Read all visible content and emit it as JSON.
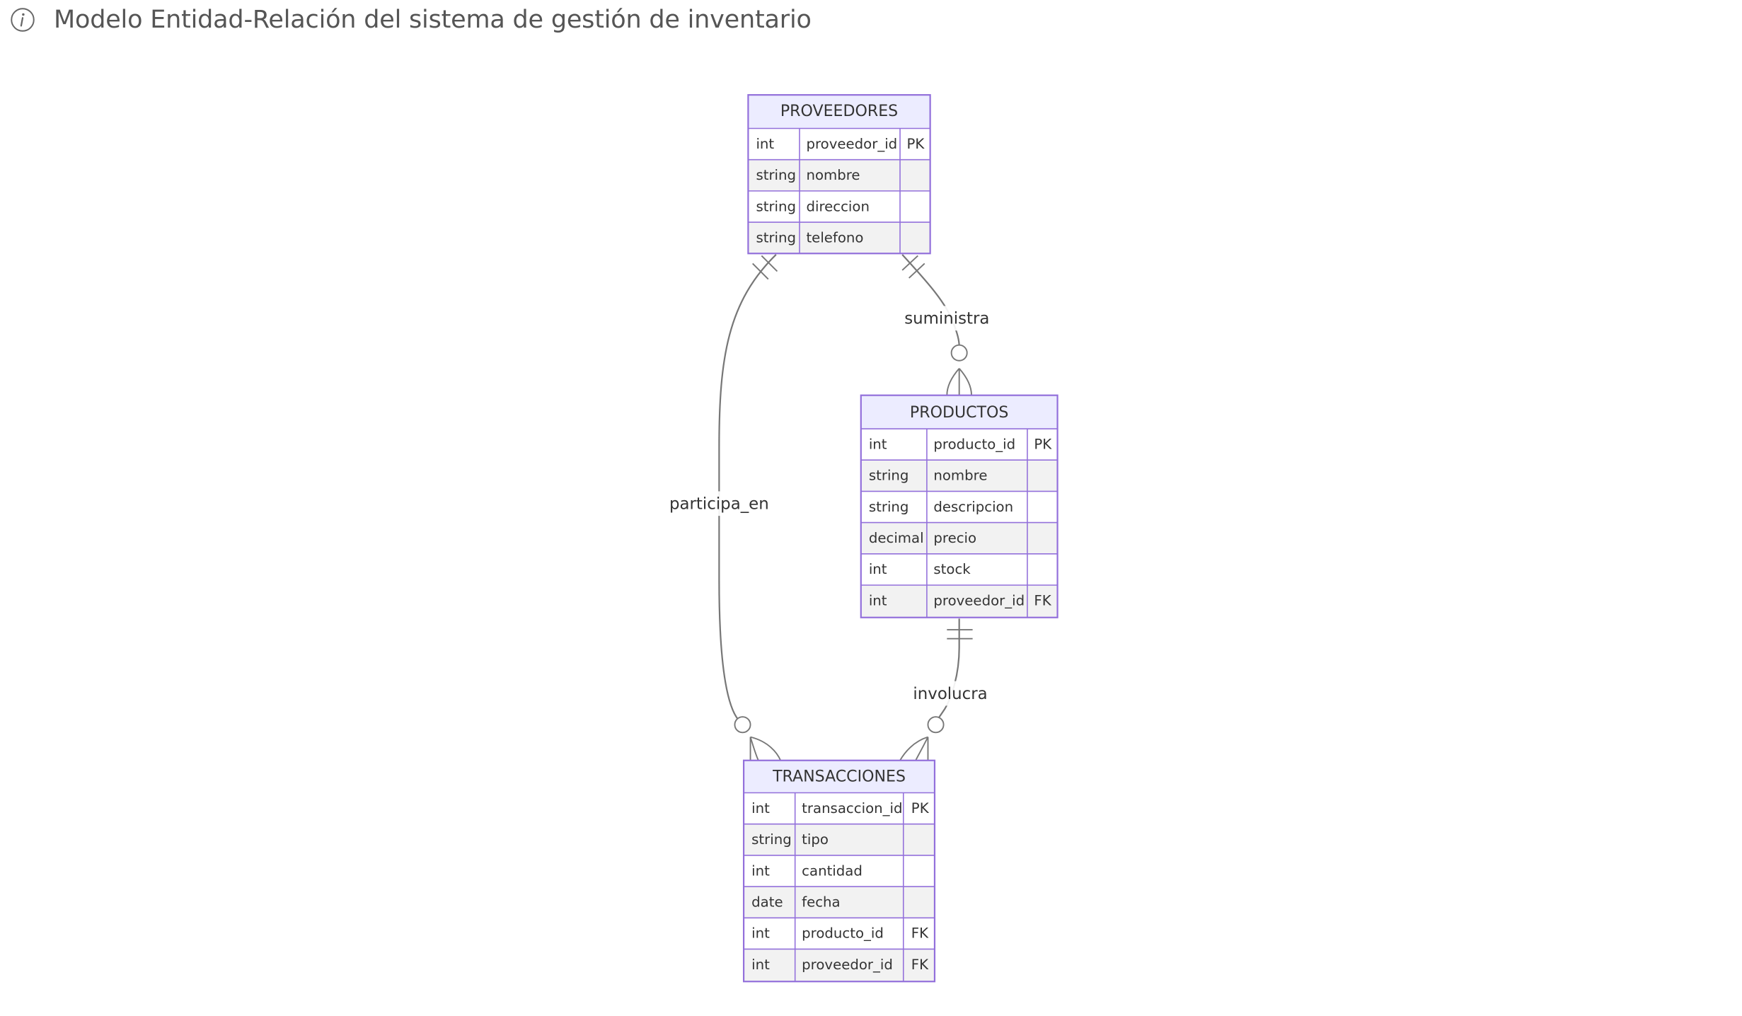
{
  "title": "Modelo Entidad-Relación del sistema de gestión de inventario",
  "icons": {
    "info": "info-circle-icon"
  },
  "colors": {
    "entity_border": "#9370db",
    "entity_header": "#ececff",
    "row_alt": "#f2f2f2",
    "line": "#777777",
    "title_text": "#555555"
  },
  "entities": {
    "proveedores": {
      "name": "PROVEEDORES",
      "attributes": [
        {
          "type": "int",
          "name": "proveedor_id",
          "key": "PK"
        },
        {
          "type": "string",
          "name": "nombre",
          "key": ""
        },
        {
          "type": "string",
          "name": "direccion",
          "key": ""
        },
        {
          "type": "string",
          "name": "telefono",
          "key": ""
        }
      ]
    },
    "productos": {
      "name": "PRODUCTOS",
      "attributes": [
        {
          "type": "int",
          "name": "producto_id",
          "key": "PK"
        },
        {
          "type": "string",
          "name": "nombre",
          "key": ""
        },
        {
          "type": "string",
          "name": "descripcion",
          "key": ""
        },
        {
          "type": "decimal",
          "name": "precio",
          "key": ""
        },
        {
          "type": "int",
          "name": "stock",
          "key": ""
        },
        {
          "type": "int",
          "name": "proveedor_id",
          "key": "FK"
        }
      ]
    },
    "transacciones": {
      "name": "TRANSACCIONES",
      "attributes": [
        {
          "type": "int",
          "name": "transaccion_id",
          "key": "PK"
        },
        {
          "type": "string",
          "name": "tipo",
          "key": ""
        },
        {
          "type": "int",
          "name": "cantidad",
          "key": ""
        },
        {
          "type": "date",
          "name": "fecha",
          "key": ""
        },
        {
          "type": "int",
          "name": "producto_id",
          "key": "FK"
        },
        {
          "type": "int",
          "name": "proveedor_id",
          "key": "FK"
        }
      ]
    }
  },
  "relationships": {
    "suministra": {
      "label": "suministra",
      "from": "PROVEEDORES",
      "to": "PRODUCTOS",
      "from_cardinality": "exactly-one",
      "to_cardinality": "zero-or-more"
    },
    "participa_en": {
      "label": "participa_en",
      "from": "PROVEEDORES",
      "to": "TRANSACCIONES",
      "from_cardinality": "exactly-one",
      "to_cardinality": "zero-or-more"
    },
    "involucra": {
      "label": "involucra",
      "from": "PRODUCTOS",
      "to": "TRANSACCIONES",
      "from_cardinality": "exactly-one",
      "to_cardinality": "zero-or-more"
    }
  }
}
